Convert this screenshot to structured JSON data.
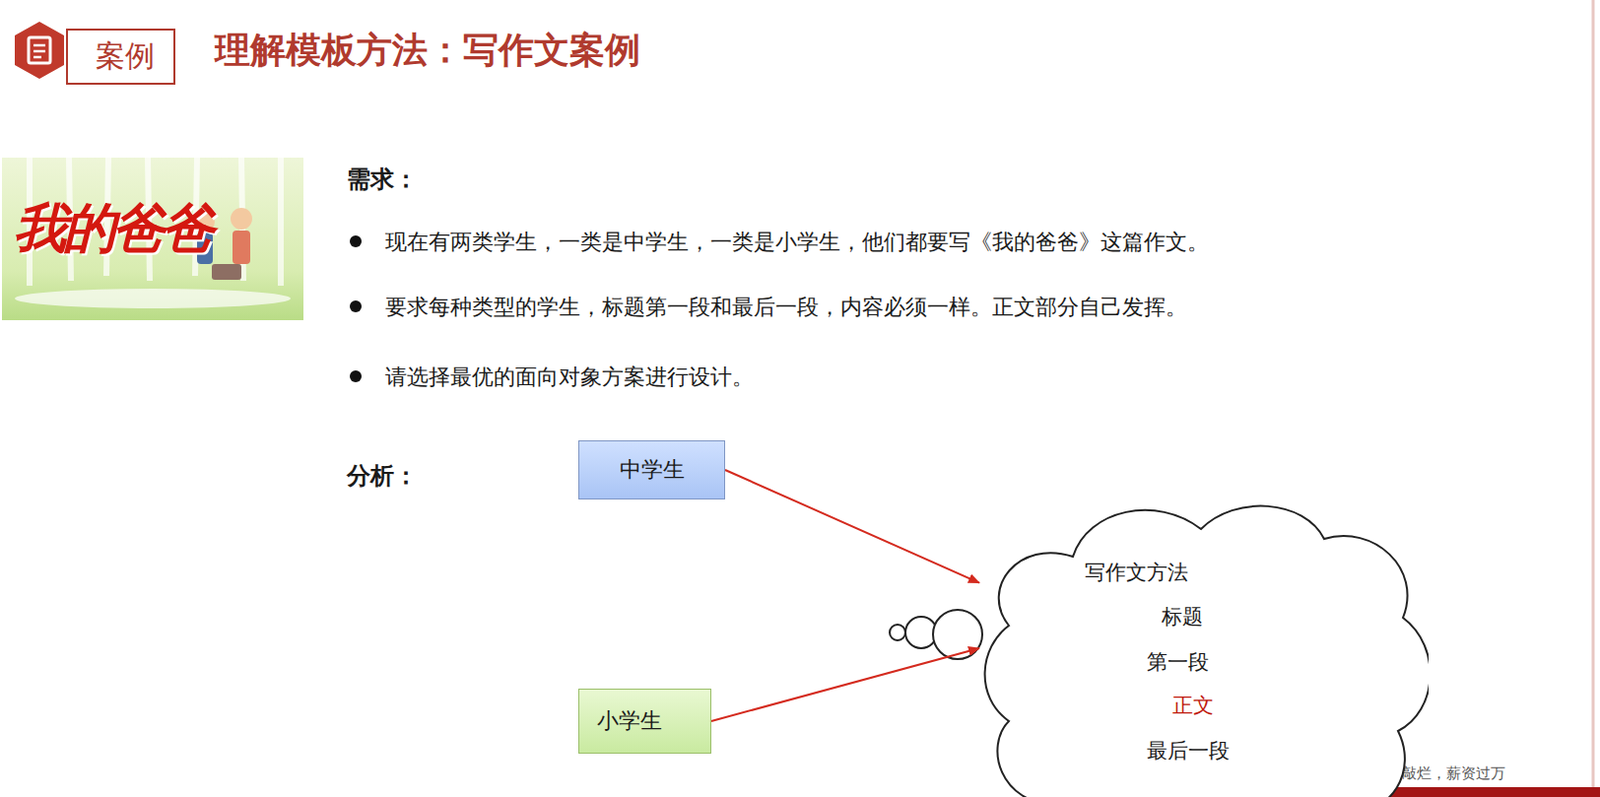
{
  "diagram": {
    "title": "理解模板方法：写作文案例",
    "nodes": [
      {
        "text": [
          "案例"
        ]
      },
      {
        "text": [
          "中学生"
        ]
      },
      {
        "text": [
          "写作文方法",
          "标题",
          "第一段",
          "正文",
          "最后一段"
        ]
      },
      {
        "text": [
          "小学生"
        ]
      }
    ],
    "edges": [
      {
        "from": 1,
        "to": 2,
        "arrow": "to"
      },
      {
        "from": 3,
        "to": 2,
        "arrow": "to"
      }
    ],
    "labels": [
      "我的爸爸",
      "需求：",
      "现在有两类学生，一类是中学生，一类是小学生，他们都要写《我的爸爸》这篇作文。",
      "要求每种类型的学生，标题第一段和最后一段，内容必须一样。正文部分自己发挥。",
      "请选择最优的面向对象方案进行设计。",
      "分析：",
      "CSDN @代码敲烂，薪资过万"
    ]
  }
}
